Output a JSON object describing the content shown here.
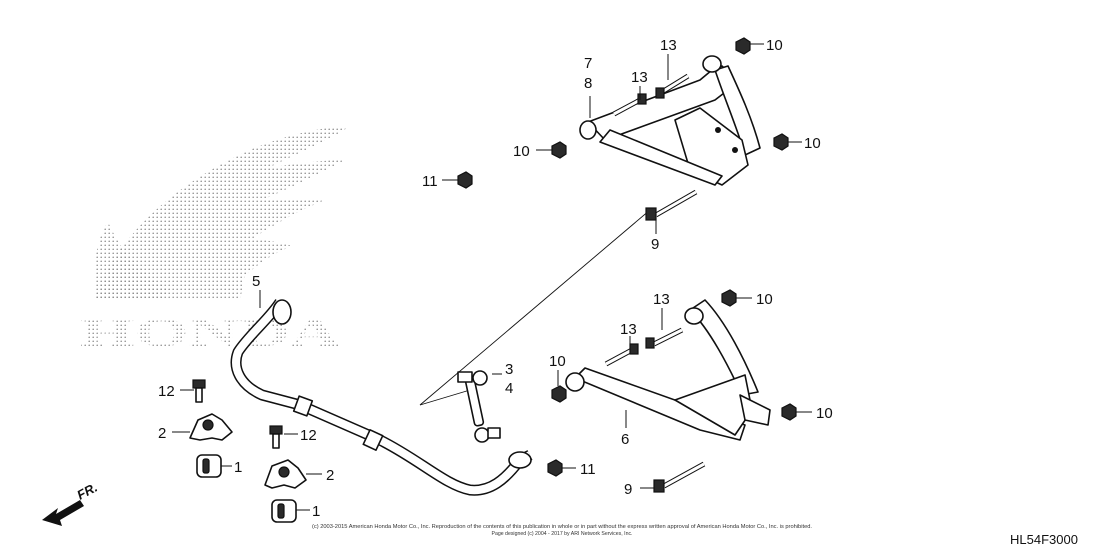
{
  "callouts": [
    {
      "id": "c7",
      "text": "7"
    },
    {
      "id": "c8",
      "text": "8"
    },
    {
      "id": "c13a",
      "text": "13"
    },
    {
      "id": "c13b",
      "text": "13"
    },
    {
      "id": "c10a",
      "text": "10"
    },
    {
      "id": "c10b",
      "text": "10"
    },
    {
      "id": "c10c",
      "text": "10"
    },
    {
      "id": "c11a",
      "text": "11"
    },
    {
      "id": "c9a",
      "text": "9"
    },
    {
      "id": "c5",
      "text": "5"
    },
    {
      "id": "c3",
      "text": "3"
    },
    {
      "id": "c4",
      "text": "4"
    },
    {
      "id": "c12a",
      "text": "12"
    },
    {
      "id": "c2a",
      "text": "2"
    },
    {
      "id": "c12b",
      "text": "12"
    },
    {
      "id": "c1a",
      "text": "1"
    },
    {
      "id": "c2b",
      "text": "2"
    },
    {
      "id": "c1b",
      "text": "1"
    },
    {
      "id": "c13c",
      "text": "13"
    },
    {
      "id": "c13d",
      "text": "13"
    },
    {
      "id": "c10d",
      "text": "10"
    },
    {
      "id": "c10e",
      "text": "10"
    },
    {
      "id": "c10f",
      "text": "10"
    },
    {
      "id": "c6",
      "text": "6"
    },
    {
      "id": "c11b",
      "text": "11"
    },
    {
      "id": "c9b",
      "text": "9"
    }
  ],
  "front_arrow": "FR.",
  "diagram_code": "HL54F3000",
  "watermark_text": "HONDA",
  "copyright_line1": "(c) 2003-2015 American Honda Motor Co., Inc. Reproduction of the contents of this publication in whole or in part without the express written approval of American Honda Motor Co., Inc. is prohibited.",
  "copyright_line2": "Page designed (c) 2004 - 2017 by ARI Network Services, Inc."
}
